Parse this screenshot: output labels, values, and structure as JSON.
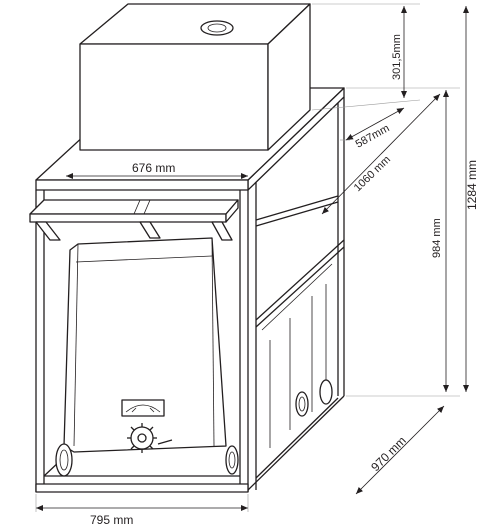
{
  "dimensions": {
    "top_box_width": "676 mm",
    "top_box_height": "301,5mm",
    "top_box_depth": "587mm",
    "frame_depth_top": "1060 mm",
    "frame_height": "984 mm",
    "overall_height": "1284 mm",
    "base_depth": "970 mm",
    "base_width": "795 mm"
  },
  "colors": {
    "line": "#231f20",
    "background": "#ffffff"
  }
}
